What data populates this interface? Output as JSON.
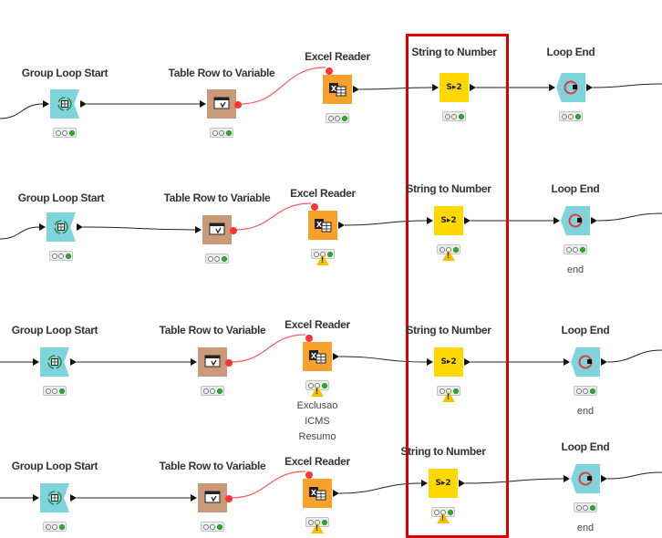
{
  "workflow": {
    "rows": [
      {
        "group_loop_start": {
          "title": "Group Loop Start"
        },
        "table_row_to_variable": {
          "title": "Table Row to Variable"
        },
        "excel_reader": {
          "title": "Excel Reader",
          "warning": false,
          "annotation": ""
        },
        "string_to_number": {
          "title": "String to Number",
          "warning": false
        },
        "loop_end": {
          "title": "Loop End",
          "annotation": ""
        }
      },
      {
        "group_loop_start": {
          "title": "Group Loop Start"
        },
        "table_row_to_variable": {
          "title": "Table Row to Variable"
        },
        "excel_reader": {
          "title": "Excel Reader",
          "warning": true,
          "annotation": ""
        },
        "string_to_number": {
          "title": "String to Number",
          "warning": true
        },
        "loop_end": {
          "title": "Loop End",
          "annotation": "end"
        }
      },
      {
        "group_loop_start": {
          "title": "Group Loop Start"
        },
        "table_row_to_variable": {
          "title": "Table Row to Variable"
        },
        "excel_reader": {
          "title": "Excel Reader",
          "warning": true,
          "annotation": "Exclusao ICMS\nResumo"
        },
        "string_to_number": {
          "title": "String to Number",
          "warning": true
        },
        "loop_end": {
          "title": "Loop End",
          "annotation": "end"
        }
      },
      {
        "group_loop_start": {
          "title": "Group Loop Start"
        },
        "table_row_to_variable": {
          "title": "Table Row to Variable"
        },
        "excel_reader": {
          "title": "Excel Reader",
          "warning": true,
          "annotation": ""
        },
        "string_to_number": {
          "title": "String to Number",
          "warning": true
        },
        "loop_end": {
          "title": "Loop End",
          "annotation": "end"
        }
      }
    ],
    "node_icon_labels": {
      "string_to_number": "S▸2"
    },
    "colors": {
      "loop_node": "#7fd3dd",
      "row_to_variable": "#c99979",
      "excel_reader": "#f6a12b",
      "string_to_number": "#ffd800",
      "status_green": "#2db02d",
      "warning_yellow": "#f2c200",
      "selection_highlight": "#e00000",
      "variable_connection": "#ff3333"
    },
    "highlight": {
      "column": "string_to_number"
    }
  }
}
